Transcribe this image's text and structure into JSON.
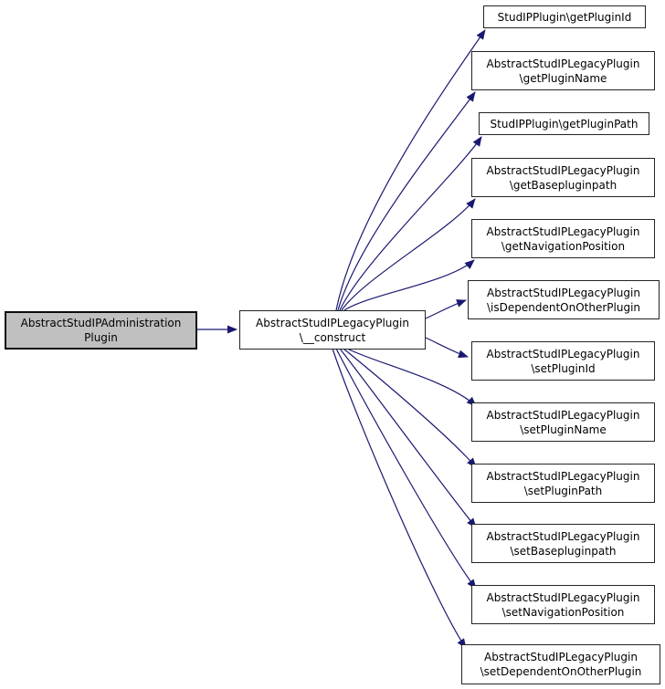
{
  "diagram": {
    "type": "call-graph",
    "edge_color": "#191970",
    "node_fill": "#ffffff",
    "root_node_fill": "#c0c0c0",
    "node_border_color": "#242424",
    "nodes": {
      "root": {
        "lines": [
          "AbstractStudIPAdministration",
          "Plugin"
        ]
      },
      "construct": {
        "lines": [
          "AbstractStudIPLegacyPlugin",
          "\\__construct"
        ]
      },
      "targets": [
        {
          "id": "getPluginId",
          "lines": [
            "StudIPPlugin\\getPluginId"
          ]
        },
        {
          "id": "getPluginName",
          "lines": [
            "AbstractStudIPLegacyPlugin",
            "\\getPluginName"
          ]
        },
        {
          "id": "getPluginPath",
          "lines": [
            "StudIPPlugin\\getPluginPath"
          ]
        },
        {
          "id": "getBasepluginpath",
          "lines": [
            "AbstractStudIPLegacyPlugin",
            "\\getBasepluginpath"
          ]
        },
        {
          "id": "getNavigationPosition",
          "lines": [
            "AbstractStudIPLegacyPlugin",
            "\\getNavigationPosition"
          ]
        },
        {
          "id": "isDependentOnOtherPlugin",
          "lines": [
            "AbstractStudIPLegacyPlugin",
            "\\isDependentOnOtherPlugin"
          ]
        },
        {
          "id": "setPluginId",
          "lines": [
            "AbstractStudIPLegacyPlugin",
            "\\setPluginId"
          ]
        },
        {
          "id": "setPluginName",
          "lines": [
            "AbstractStudIPLegacyPlugin",
            "\\setPluginName"
          ]
        },
        {
          "id": "setPluginPath",
          "lines": [
            "AbstractStudIPLegacyPlugin",
            "\\setPluginPath"
          ]
        },
        {
          "id": "setBasepluginpath",
          "lines": [
            "AbstractStudIPLegacyPlugin",
            "\\setBasepluginpath"
          ]
        },
        {
          "id": "setNavigationPosition",
          "lines": [
            "AbstractStudIPLegacyPlugin",
            "\\setNavigationPosition"
          ]
        },
        {
          "id": "setDependentOnOtherPlugin",
          "lines": [
            "AbstractStudIPLegacyPlugin",
            "\\setDependentOnOtherPlugin"
          ]
        }
      ]
    },
    "edges": [
      {
        "from": "AbstractStudIPAdministrationPlugin",
        "to": "AbstractStudIPLegacyPlugin\\__construct"
      },
      {
        "from": "AbstractStudIPLegacyPlugin\\__construct",
        "to": "StudIPPlugin\\getPluginId"
      },
      {
        "from": "AbstractStudIPLegacyPlugin\\__construct",
        "to": "AbstractStudIPLegacyPlugin\\getPluginName"
      },
      {
        "from": "AbstractStudIPLegacyPlugin\\__construct",
        "to": "StudIPPlugin\\getPluginPath"
      },
      {
        "from": "AbstractStudIPLegacyPlugin\\__construct",
        "to": "AbstractStudIPLegacyPlugin\\getBasepluginpath"
      },
      {
        "from": "AbstractStudIPLegacyPlugin\\__construct",
        "to": "AbstractStudIPLegacyPlugin\\getNavigationPosition"
      },
      {
        "from": "AbstractStudIPLegacyPlugin\\__construct",
        "to": "AbstractStudIPLegacyPlugin\\isDependentOnOtherPlugin"
      },
      {
        "from": "AbstractStudIPLegacyPlugin\\__construct",
        "to": "AbstractStudIPLegacyPlugin\\setPluginId"
      },
      {
        "from": "AbstractStudIPLegacyPlugin\\__construct",
        "to": "AbstractStudIPLegacyPlugin\\setPluginName"
      },
      {
        "from": "AbstractStudIPLegacyPlugin\\__construct",
        "to": "AbstractStudIPLegacyPlugin\\setPluginPath"
      },
      {
        "from": "AbstractStudIPLegacyPlugin\\__construct",
        "to": "AbstractStudIPLegacyPlugin\\setBasepluginpath"
      },
      {
        "from": "AbstractStudIPLegacyPlugin\\__construct",
        "to": "AbstractStudIPLegacyPlugin\\setNavigationPosition"
      },
      {
        "from": "AbstractStudIPLegacyPlugin\\__construct",
        "to": "AbstractStudIPLegacyPlugin\\setDependentOnOtherPlugin"
      }
    ]
  }
}
